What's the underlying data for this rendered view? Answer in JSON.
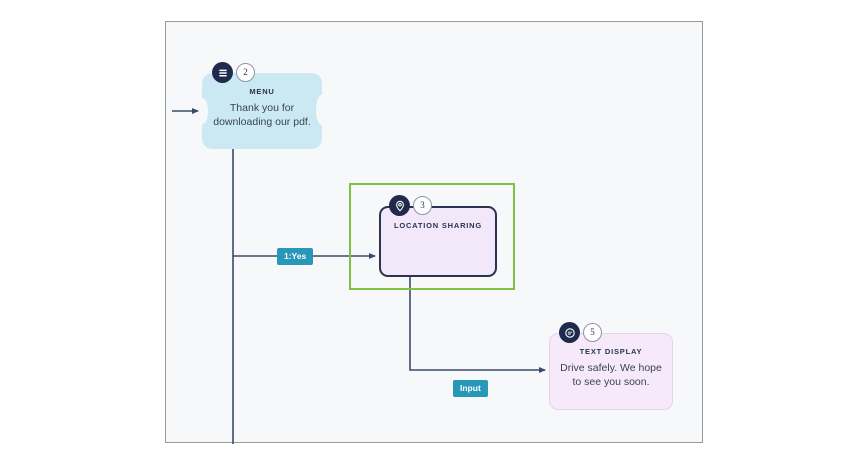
{
  "canvas": {
    "background_color": "#f7f8fa",
    "border_color": "#9b9b9b"
  },
  "colors": {
    "menu_fill": "#cbe9f3",
    "location_fill": "#f3e8f9",
    "text_display_fill": "#f6e9fa",
    "node_outline": "#2b3350",
    "selection_green": "#7dc242",
    "edge_label_teal": "#2898b9",
    "badge_navy": "#1f2a4d",
    "connector_navy": "#3a4a6b"
  },
  "nodes": [
    {
      "id": "menu",
      "number": "2",
      "title": "MENU",
      "body": "Thank you for downloading our pdf.",
      "icon": "hamburger-menu-icon",
      "selected": false
    },
    {
      "id": "location-sharing",
      "number": "3",
      "title": "LOCATION SHARING",
      "body": "",
      "icon": "location-pin-icon",
      "selected": true
    },
    {
      "id": "text-display",
      "number": "5",
      "title": "TEXT DISPLAY",
      "body": "Drive safely. We hope to see you soon.",
      "icon": "speech-bubble-icon",
      "selected": false
    }
  ],
  "edges": [
    {
      "id": "yes-edge",
      "label": "1:Yes",
      "from": "menu",
      "to": "location-sharing"
    },
    {
      "id": "input-edge",
      "label": "Input",
      "from": "location-sharing",
      "to": "text-display"
    }
  ]
}
